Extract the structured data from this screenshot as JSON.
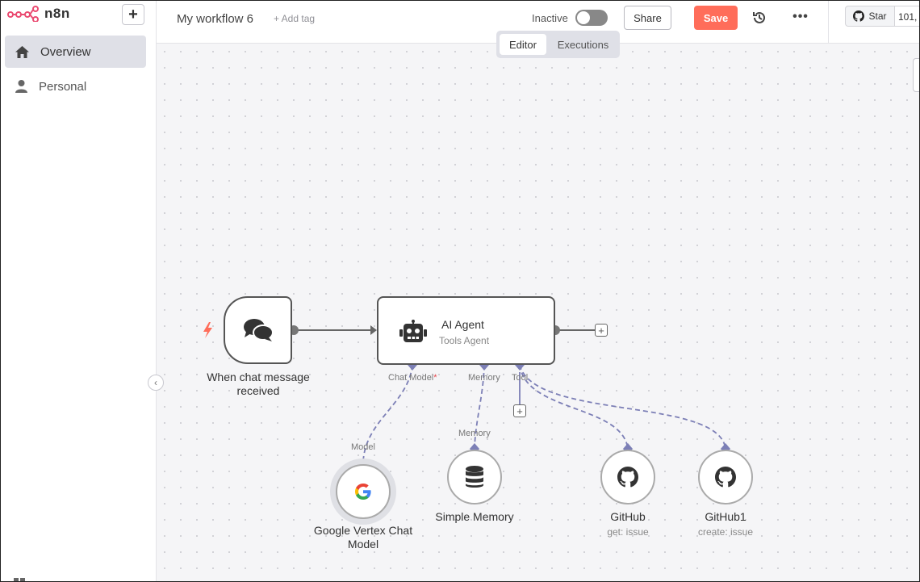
{
  "app": {
    "name": "n8n"
  },
  "sidebar": {
    "items": [
      {
        "label": "Overview",
        "icon": "home-icon",
        "active": true
      },
      {
        "label": "Personal",
        "icon": "user-icon",
        "active": false
      }
    ]
  },
  "header": {
    "workflow_name": "My workflow 6",
    "add_tag": "+ Add tag",
    "status_label": "Inactive",
    "share_label": "Share",
    "save_label": "Save",
    "star_label": "Star",
    "star_count": "101,"
  },
  "tabs": [
    {
      "label": "Editor",
      "active": true
    },
    {
      "label": "Executions",
      "active": false
    }
  ],
  "nodes": {
    "trigger": {
      "label": "When chat message received"
    },
    "agent": {
      "title": "AI Agent",
      "subtitle": "Tools Agent"
    },
    "vertex": {
      "label": "Google Vertex Chat Model"
    },
    "memory": {
      "label": "Simple Memory"
    },
    "github": {
      "label": "GitHub",
      "subtitle": "get: issue"
    },
    "github1": {
      "label": "GitHub1",
      "subtitle": "create: issue"
    }
  },
  "ports": {
    "chat_model": "Chat Model",
    "required_mark": "*",
    "memory": "Memory",
    "tool": "Tool",
    "model_input": "Model",
    "memory_input": "Memory"
  },
  "colors": {
    "accent": "#ff6d5a",
    "port": "#7c7fb6",
    "wire": "#7c7fb6",
    "node_border": "#555555"
  }
}
